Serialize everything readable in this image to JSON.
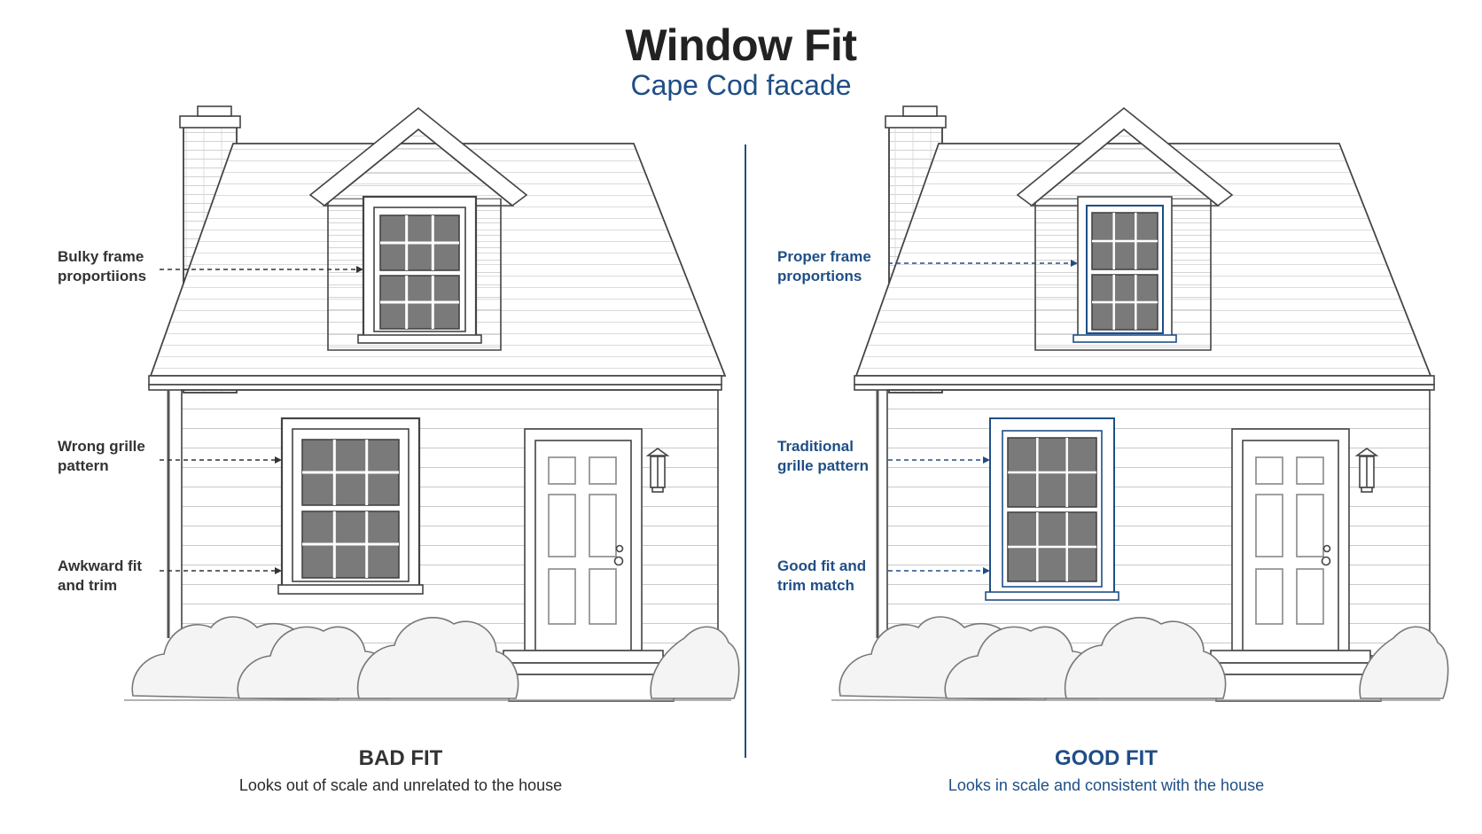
{
  "header": {
    "title": "Window Fit",
    "subtitle": "Cape Cod facade"
  },
  "colors": {
    "accent": "#1f4e86",
    "ink": "#333333",
    "glass": "#7a7a7a",
    "siding_line": "#c9c9c9"
  },
  "bad_panel": {
    "verdict": "BAD FIT",
    "description": "Looks out of scale and unrelated to the house",
    "callouts": [
      {
        "line1": "Bulky frame",
        "line2": "proportiions"
      },
      {
        "line1": "Wrong grille",
        "line2": "pattern"
      },
      {
        "line1": "Awkward fit",
        "line2": "and trim"
      }
    ]
  },
  "good_panel": {
    "verdict": "GOOD FIT",
    "description": "Looks in scale and consistent with the house",
    "callouts": [
      {
        "line1": "Proper frame",
        "line2": "proportions"
      },
      {
        "line1": "Traditional",
        "line2": "grille pattern"
      },
      {
        "line1": "Good fit and",
        "line2": "trim match"
      }
    ]
  }
}
